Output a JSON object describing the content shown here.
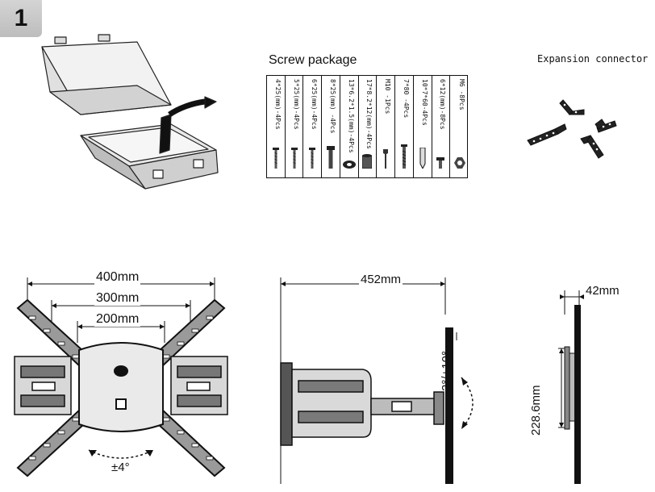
{
  "step": {
    "number": "1"
  },
  "screw_package": {
    "title": "Screw package",
    "items": [
      {
        "label": "4*25(mm)-4Pcs",
        "icon": "long-screw-icon"
      },
      {
        "label": "5*25(mm)-4Pcs",
        "icon": "long-screw-icon"
      },
      {
        "label": "6*25(mm)-4Pcs",
        "icon": "long-screw-icon"
      },
      {
        "label": "8*25(mm) -4Pcs",
        "icon": "bolt-icon"
      },
      {
        "label": "13*6.2*1.5(mm)-4Pcs",
        "icon": "washer-icon"
      },
      {
        "label": "17*8.2*12(mm)-4Pcs",
        "icon": "spacer-icon"
      },
      {
        "label": "M10 -1Pcs",
        "icon": "wrench-icon"
      },
      {
        "label": "7*80 -4Pcs",
        "icon": "lag-bolt-icon"
      },
      {
        "label": "10*7*60-4Pcs",
        "icon": "anchor-icon"
      },
      {
        "label": "6*12(mm)-8Pcs",
        "icon": "short-screw-icon"
      },
      {
        "label": "M6 -8Pcs",
        "icon": "nut-icon"
      }
    ]
  },
  "expansion_connector": {
    "title": "Expansion connector"
  },
  "front_view": {
    "dims": {
      "d400": "400mm",
      "d300": "300mm",
      "d200": "200mm"
    },
    "rotation": "±4°"
  },
  "side_view": {
    "dims": {
      "d452": "452mm"
    },
    "tilt": "-2°/+10°"
  },
  "profile_view": {
    "dims": {
      "d42": "42mm",
      "d228": "228.6mm"
    }
  },
  "colors": {
    "badge": "#c8c8c8",
    "ink": "#111111"
  }
}
